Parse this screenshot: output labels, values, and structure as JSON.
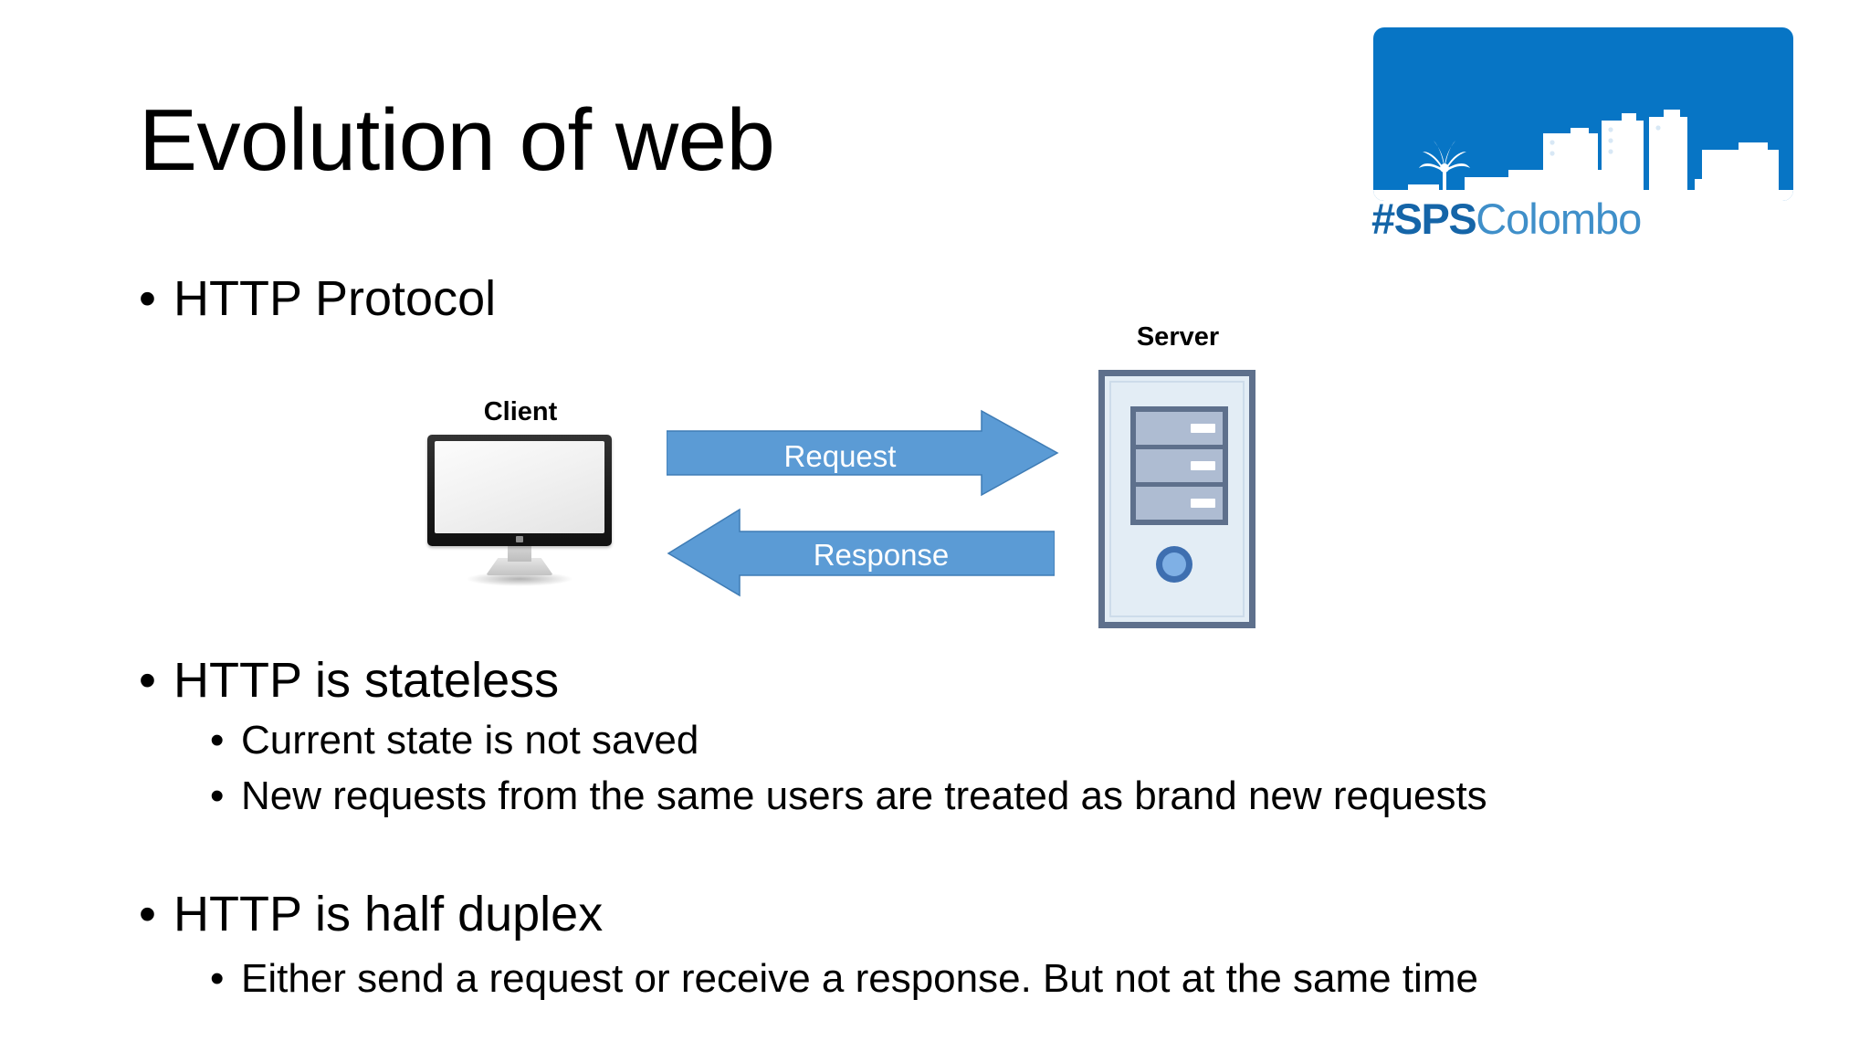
{
  "slide": {
    "title": "Evolution of web",
    "background_color": "#ffffff"
  },
  "logo": {
    "name": "sps-colombo-logo",
    "hash_text": "#SPS",
    "city_text": "Colombo",
    "card_color": "#0775c5",
    "hash_color": "#1565a8",
    "city_color": "#3f8fc9",
    "skyline_color": "#ffffff"
  },
  "content": {
    "bullets": [
      {
        "level": 1,
        "marker": "•",
        "text": "HTTP Protocol"
      },
      {
        "level": 1,
        "marker": "•",
        "text": "HTTP is stateless"
      },
      {
        "level": 2,
        "marker": "•",
        "text": "Current state is not saved"
      },
      {
        "level": 2,
        "marker": "•",
        "text": "New requests from the same users are treated as brand new requests"
      },
      {
        "level": 1,
        "marker": "•",
        "text": "HTTP is half duplex"
      },
      {
        "level": 2,
        "marker": "•",
        "text": "Either send a request or receive a response. But not at the same time"
      }
    ]
  },
  "diagram": {
    "type": "client-server-http",
    "client": {
      "label": "Client",
      "icon": "computer-monitor"
    },
    "server": {
      "label": "Server",
      "icon": "server-tower",
      "body_color": "#e3edf5",
      "border_color": "#5e708c",
      "bay_color": "#aebcd2",
      "power_ring_color": "#3e6fb0",
      "power_center_color": "#7fb0e5",
      "bay_count": 3
    },
    "arrows": [
      {
        "label": "Request",
        "direction": "right",
        "from": "Client",
        "to": "Server",
        "fill_color": "#5b9bd5",
        "text_color": "#ffffff"
      },
      {
        "label": "Response",
        "direction": "left",
        "from": "Server",
        "to": "Client",
        "fill_color": "#5b9bd5",
        "text_color": "#ffffff"
      }
    ]
  }
}
